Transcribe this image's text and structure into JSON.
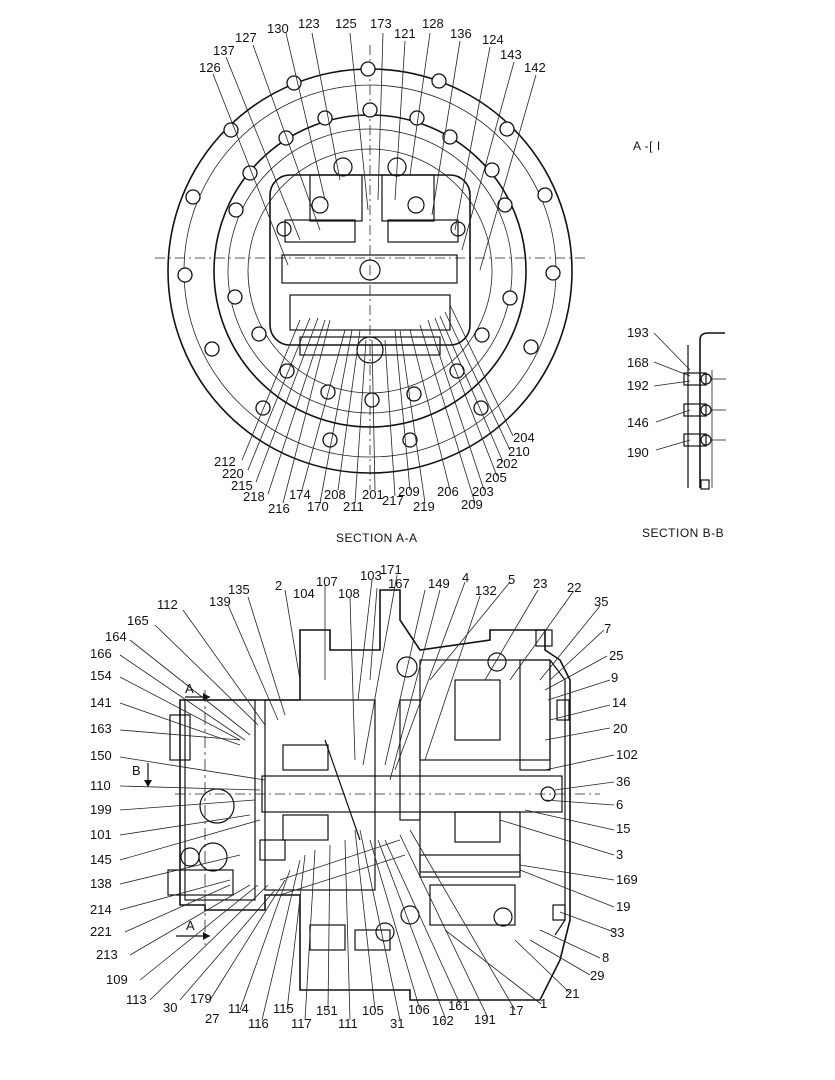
{
  "captions": {
    "section_aa": "SECTION A-A",
    "section_bb": "SECTION B-B",
    "section_mark": "A -[ I",
    "arrow_a_top": "A",
    "arrow_b": "B",
    "arrow_a_bottom": "A"
  },
  "labels_aa": [
    "123",
    "125",
    "173",
    "128",
    "130",
    "127",
    "121",
    "136",
    "124",
    "137",
    "143",
    "142",
    "126",
    "212",
    "220",
    "215",
    "218",
    "216",
    "174",
    "170",
    "208",
    "211",
    "201",
    "217",
    "209",
    "219",
    "206",
    "209b",
    "203",
    "205",
    "202",
    "210",
    "204"
  ],
  "label_text": {
    "123": "123",
    "125": "125",
    "173": "173",
    "128": "128",
    "130": "130",
    "127": "127",
    "121": "121",
    "136": "136",
    "124": "124",
    "137": "137",
    "143": "143",
    "142": "142",
    "126": "126",
    "212": "212",
    "220": "220",
    "215": "215",
    "218": "218",
    "216": "216",
    "174": "174",
    "170": "170",
    "208": "208",
    "211": "211",
    "201": "201",
    "217": "217",
    "209": "209",
    "219": "219",
    "206": "206",
    "209b": "209",
    "203": "203",
    "205": "205",
    "202": "202",
    "210": "210",
    "204": "204",
    "193": "193",
    "168": "168",
    "192": "192",
    "146": "146",
    "190": "190",
    "171": "171",
    "103": "103",
    "107": "107",
    "167": "167",
    "149": "149",
    "4": "4",
    "2": "2",
    "135": "135",
    "104": "104",
    "108": "108",
    "132": "132",
    "5": "5",
    "23": "23",
    "22": "22",
    "139": "139",
    "112": "112",
    "35": "35",
    "165": "165",
    "7": "7",
    "164": "164",
    "166": "166",
    "25": "25",
    "154": "154",
    "9": "9",
    "141": "141",
    "14": "14",
    "163": "163",
    "20": "20",
    "102": "102",
    "150": "150",
    "36": "36",
    "110": "110",
    "6": "6",
    "199": "199",
    "15": "15",
    "101": "101",
    "3": "3",
    "145": "145",
    "169": "169",
    "138": "138",
    "19": "19",
    "214": "214",
    "221": "221",
    "33": "33",
    "213": "213",
    "8": "8",
    "109": "109",
    "29": "29",
    "113": "113",
    "21": "21",
    "30": "30",
    "179": "179",
    "27": "27",
    "114": "114",
    "116": "116",
    "115": "115",
    "117": "117",
    "151": "151",
    "111": "111",
    "105": "105",
    "31": "31",
    "106": "106",
    "162": "162",
    "161": "161",
    "191": "191",
    "17": "17",
    "1": "1"
  }
}
